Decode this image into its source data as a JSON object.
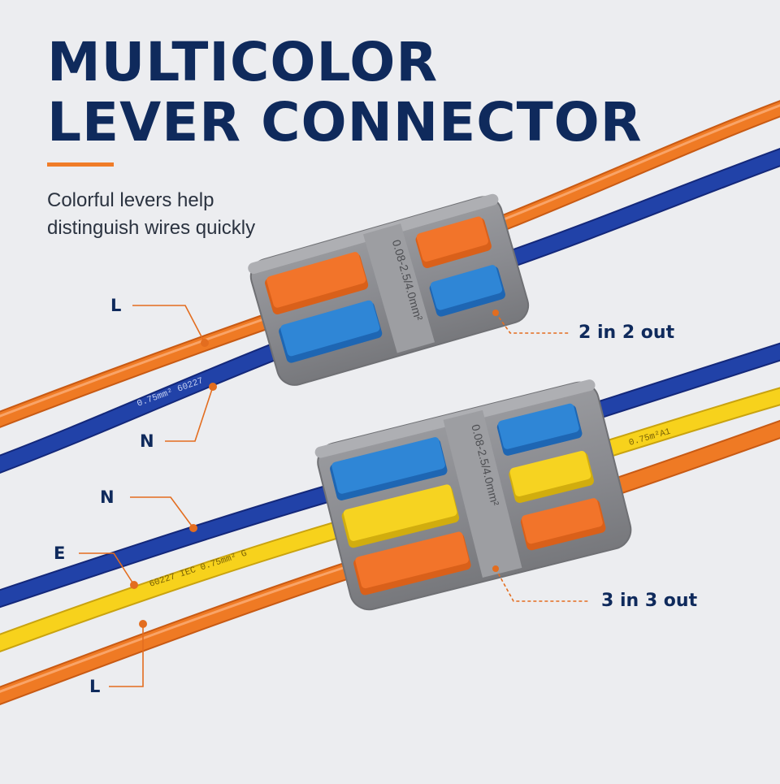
{
  "headline": {
    "line1": "MULTICOLOR",
    "line2": "LEVER CONNECTOR"
  },
  "subtitle": {
    "line1": "Colorful levers help",
    "line2": "distinguish wires quickly"
  },
  "callouts": {
    "top_l": "L",
    "top_n": "N",
    "two_way": "2 in 2 out",
    "bottom_n": "N",
    "bottom_e": "E",
    "bottom_l": "L",
    "three_way": "3 in 3 out"
  },
  "wire_print": {
    "top_blue": "0.75mm²   60227",
    "bottom_yellow_left": "60227 IEC      0.75mm²   G",
    "bottom_yellow_right": "0.75m²A1"
  },
  "connector_print": {
    "small_rating": "0.08-2.5/4.0mm²",
    "large_rating": "0.08-2.5/4.0mm²"
  },
  "colors": {
    "background": "#ecedf0",
    "headline": "#0f2a5c",
    "accent": "#f07c28",
    "wire_orange": "#ef7a24",
    "wire_blue": "#1f3a9c",
    "wire_yellow": "#f7d21c",
    "connector_body": "#8f9094",
    "lever_blue": "#2f86d6",
    "lever_orange": "#f2742a",
    "lever_yellow": "#f6d321"
  }
}
